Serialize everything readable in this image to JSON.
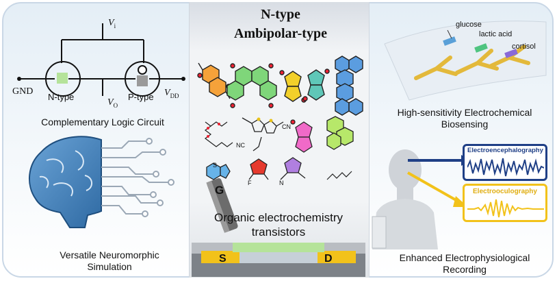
{
  "header": {
    "ntype_title": "N-type",
    "ambipolar_title": "Ambipolar-type"
  },
  "circuit": {
    "vi_label": "V",
    "vi_sub": "i",
    "vo_label": "V",
    "vo_sub": "O",
    "vdd_label": "V",
    "vdd_sub": "DD",
    "gnd_label": "GND",
    "ntype_label": "N-type",
    "ptype_label": "P-type",
    "caption": "Complementary Logic Circuit"
  },
  "neuro": {
    "caption_line1": "Versatile Neuromorphic",
    "caption_line2": "Simulation"
  },
  "oect": {
    "gate_label": "G",
    "source_label": "S",
    "drain_label": "D",
    "title_line1": "Organic electrochemistry",
    "title_line2": "transistors"
  },
  "biosensing": {
    "glucose": "glucose",
    "lactic_acid": "lactic acid",
    "cortisol": "cortisol",
    "caption_line1": "High-sensitivity Electrochemical",
    "caption_line2": "Biosensing"
  },
  "electrophys": {
    "eeg_label": "Electroencephalography",
    "eog_label": "Electrooculography",
    "caption_line1": "Enhanced Electrophysiological",
    "caption_line2": "Recording"
  },
  "molecules": {
    "cn_label_1": "CN",
    "cn_label_2": "NC",
    "s_label": "S",
    "f_label": "F",
    "n_label": "N"
  },
  "colors": {
    "navy": "#1f3f86",
    "gold": "#f2c21a",
    "green_chip": "#b5e39a",
    "brain_blue": "#3f7fb5"
  }
}
